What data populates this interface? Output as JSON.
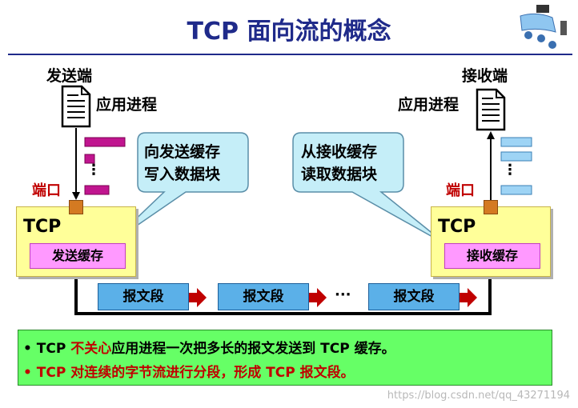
{
  "title": "TCP 面向流的概念",
  "sender": {
    "heading": "发送端",
    "process": "应用进程",
    "port": "端口",
    "tcp": "TCP",
    "buffer": "发送缓存",
    "callout": [
      "向发送缓存",
      "写入数据块"
    ]
  },
  "receiver": {
    "heading": "接收端",
    "process": "应用进程",
    "port": "端口",
    "tcp": "TCP",
    "buffer": "接收缓存",
    "callout": [
      "从接收缓存",
      "读取数据块"
    ]
  },
  "segments": [
    "报文段",
    "报文段",
    "报文段"
  ],
  "ellipsis": "···",
  "vdots": "⋮",
  "notes": {
    "line1": {
      "pre": "• TCP ",
      "highlight": "不关心",
      "post": "应用进程一次把多长的报文发送到 TCP 缓存。"
    },
    "line2": "• TCP 对连续的字节流进行分段，形成 TCP 报文段。"
  },
  "watermark": "https://blog.csdn.net/qq_43271194",
  "colors": {
    "title": "#1f2a8a",
    "red": "#c00000",
    "tcpBox": "#ffff99",
    "buffer": "#ff99ff",
    "segment": "#5bb0e8",
    "notes": "#66ff66"
  }
}
